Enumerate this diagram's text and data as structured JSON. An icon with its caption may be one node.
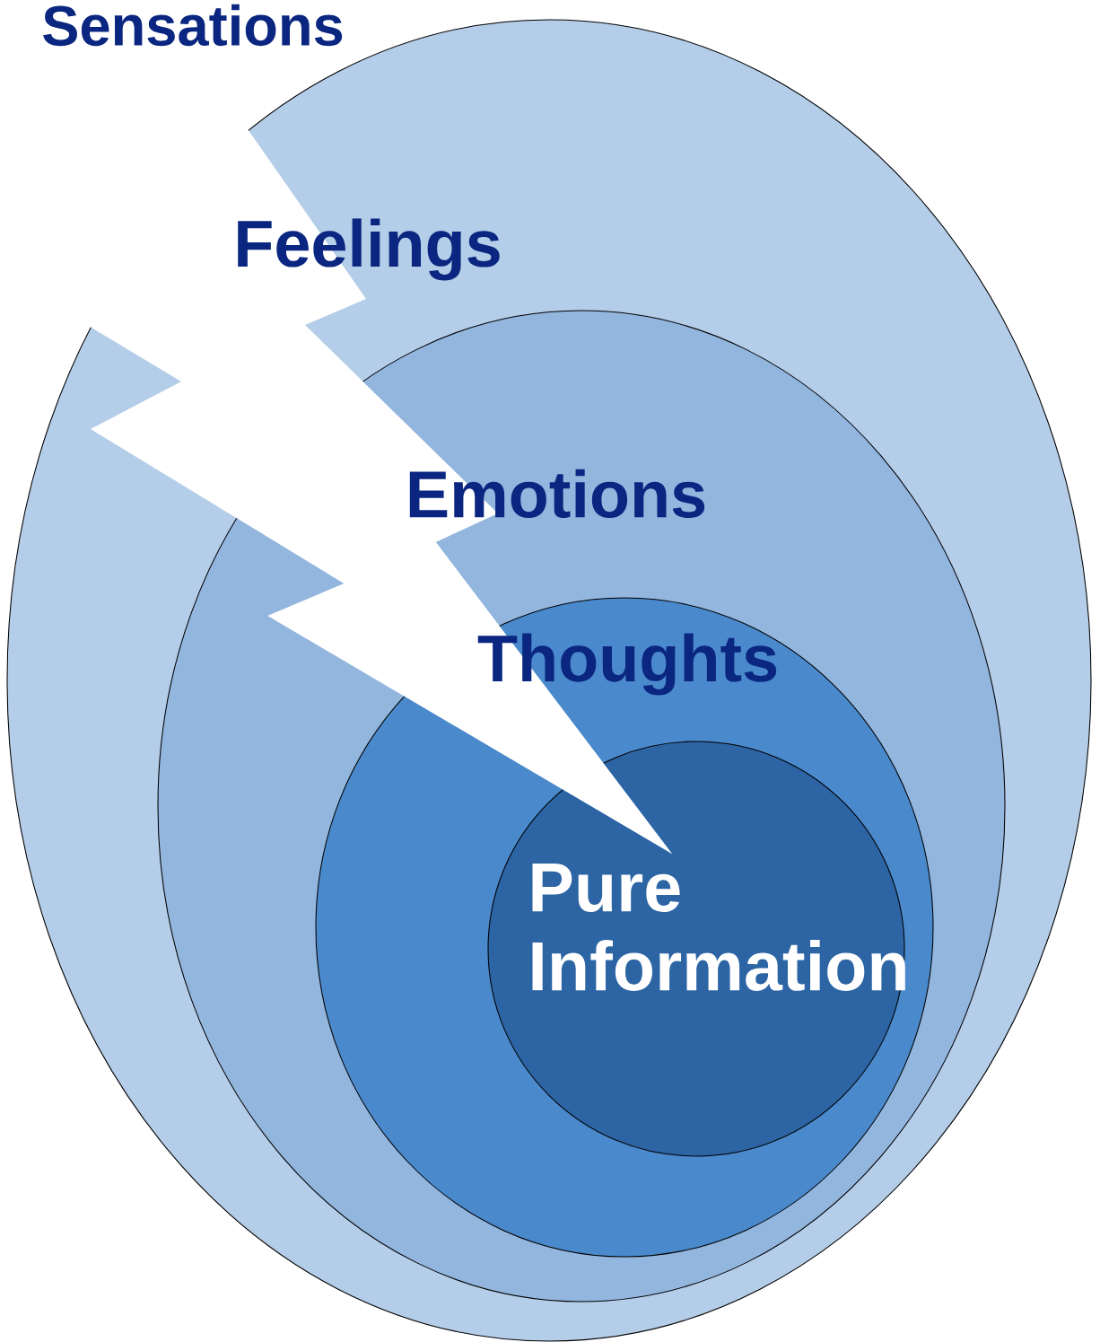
{
  "diagram": {
    "nodes": [
      {
        "text": [
          "Feelings"
        ]
      },
      {
        "text": [
          "Emotions"
        ],
        "in": 0
      },
      {
        "text": [
          "Thoughts"
        ],
        "in": 1
      },
      {
        "text": [
          "Pure Information"
        ],
        "in": 2
      }
    ],
    "labels": [
      "Sensations"
    ]
  }
}
